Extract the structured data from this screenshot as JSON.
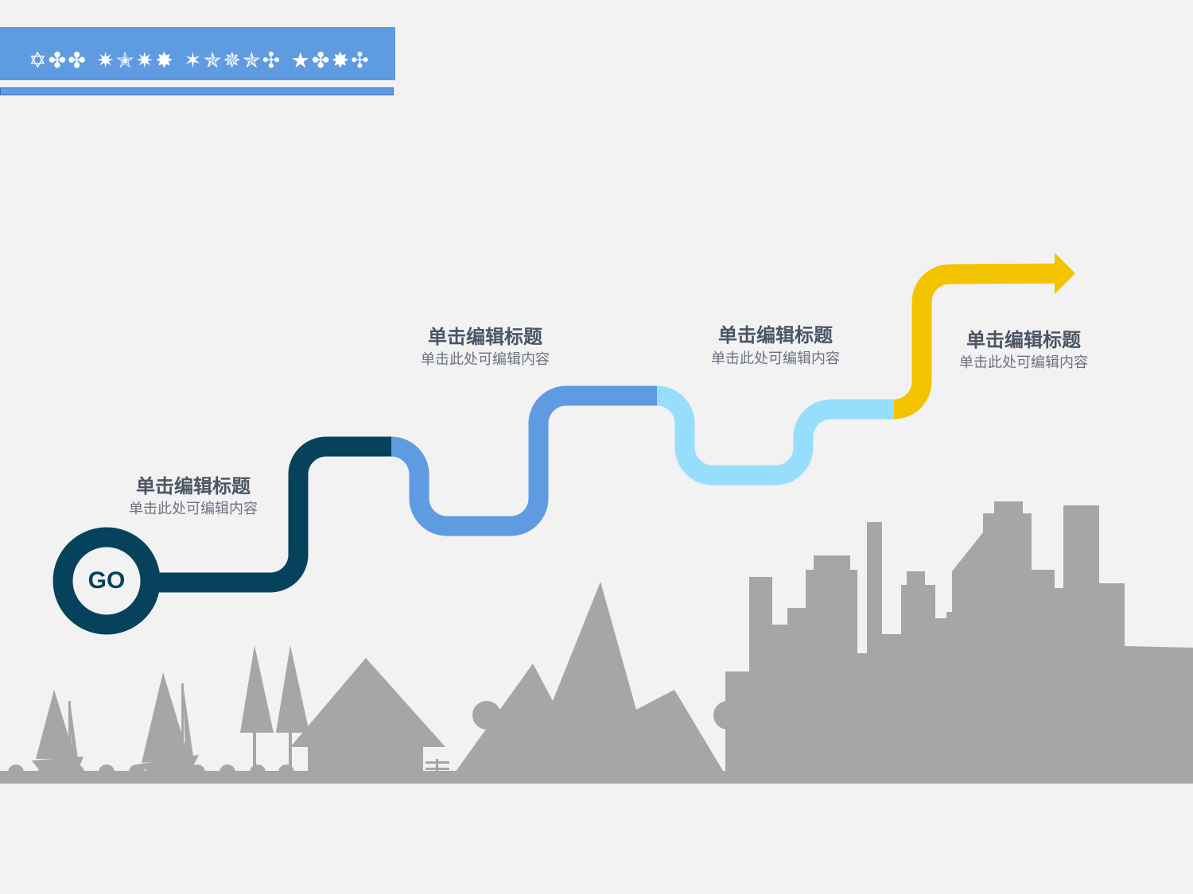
{
  "title": "✡✤✤ ✷✭✷✸ ✶✯✵✯✣ ★✤✸✣",
  "start_label": "GO",
  "steps": [
    {
      "title": "单击编辑标题",
      "desc": "单击此处可编辑内容"
    },
    {
      "title": "单击编辑标题",
      "desc": "单击此处可编辑内容"
    },
    {
      "title": "单击编辑标题",
      "desc": "单击此处可编辑内容"
    },
    {
      "title": "单击编辑标题",
      "desc": "单击此处可编辑内容"
    }
  ],
  "colors": {
    "background": "#f2f2f2",
    "title_bar": "#5f9be1",
    "path_navy": "#06425c",
    "path_blue": "#5f9be1",
    "path_light_blue": "#97defd",
    "path_yellow": "#f4c300",
    "silhouette": "#a6a6a6"
  },
  "icons": [
    "start-circle-icon",
    "arrow-head-icon",
    "sailboat-icon",
    "tree-icon",
    "house-icon",
    "mountain-icon",
    "city-skyline-icon"
  ]
}
